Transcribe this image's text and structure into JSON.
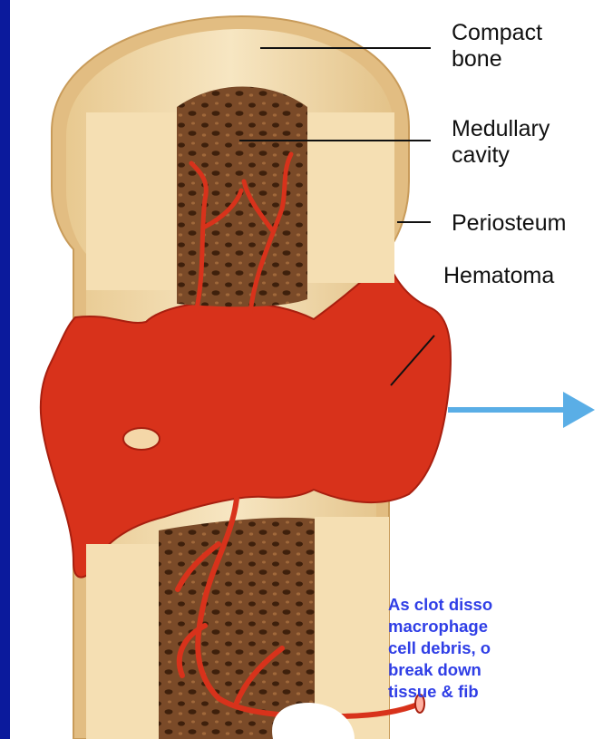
{
  "labels": {
    "compact_bone": "Compact\nbone",
    "medullary_cavity": "Medullary\ncavity",
    "periosteum": "Periosteum",
    "hematoma": "Hematoma"
  },
  "caption": "As clot disso\nmacrophage\ncell debris, o\nbreak down\ntissue & fib",
  "colors": {
    "frame": "#0b1a9c",
    "caption": "#2f3ee6",
    "bone": "#f1d9a8",
    "marrow": "#7a4a28",
    "blood": "#d8321b",
    "arrow": "#5aaee6"
  }
}
